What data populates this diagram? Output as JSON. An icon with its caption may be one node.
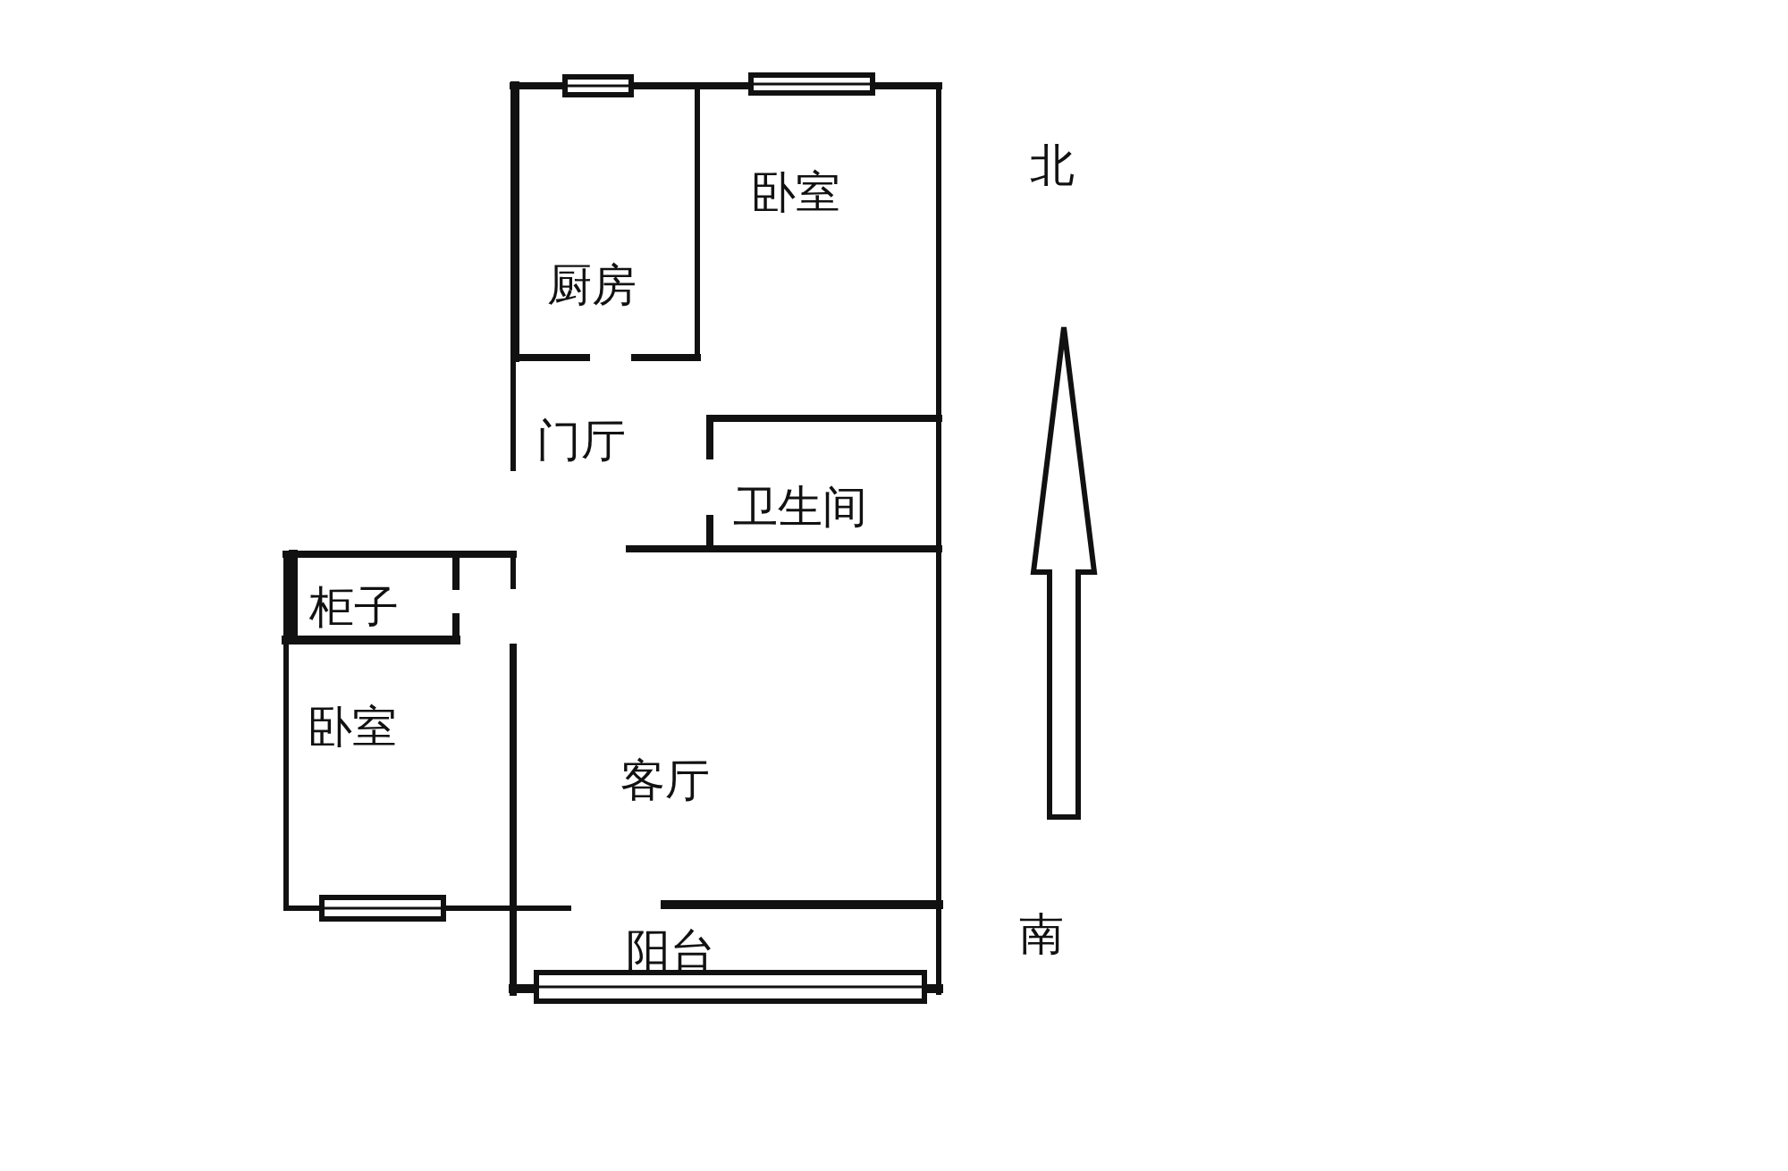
{
  "diagram": {
    "nodes": [
      {
        "text": [
          "卧室"
        ]
      },
      {
        "text": [
          "厨房"
        ]
      },
      {
        "text": [
          "门厅"
        ]
      },
      {
        "text": [
          "卫生间"
        ]
      },
      {
        "text": [
          "柜子"
        ]
      },
      {
        "text": [
          "卧室"
        ]
      },
      {
        "text": [
          "客厅"
        ]
      },
      {
        "text": [
          "阳台"
        ]
      }
    ],
    "labels": [
      "北",
      "南"
    ]
  }
}
